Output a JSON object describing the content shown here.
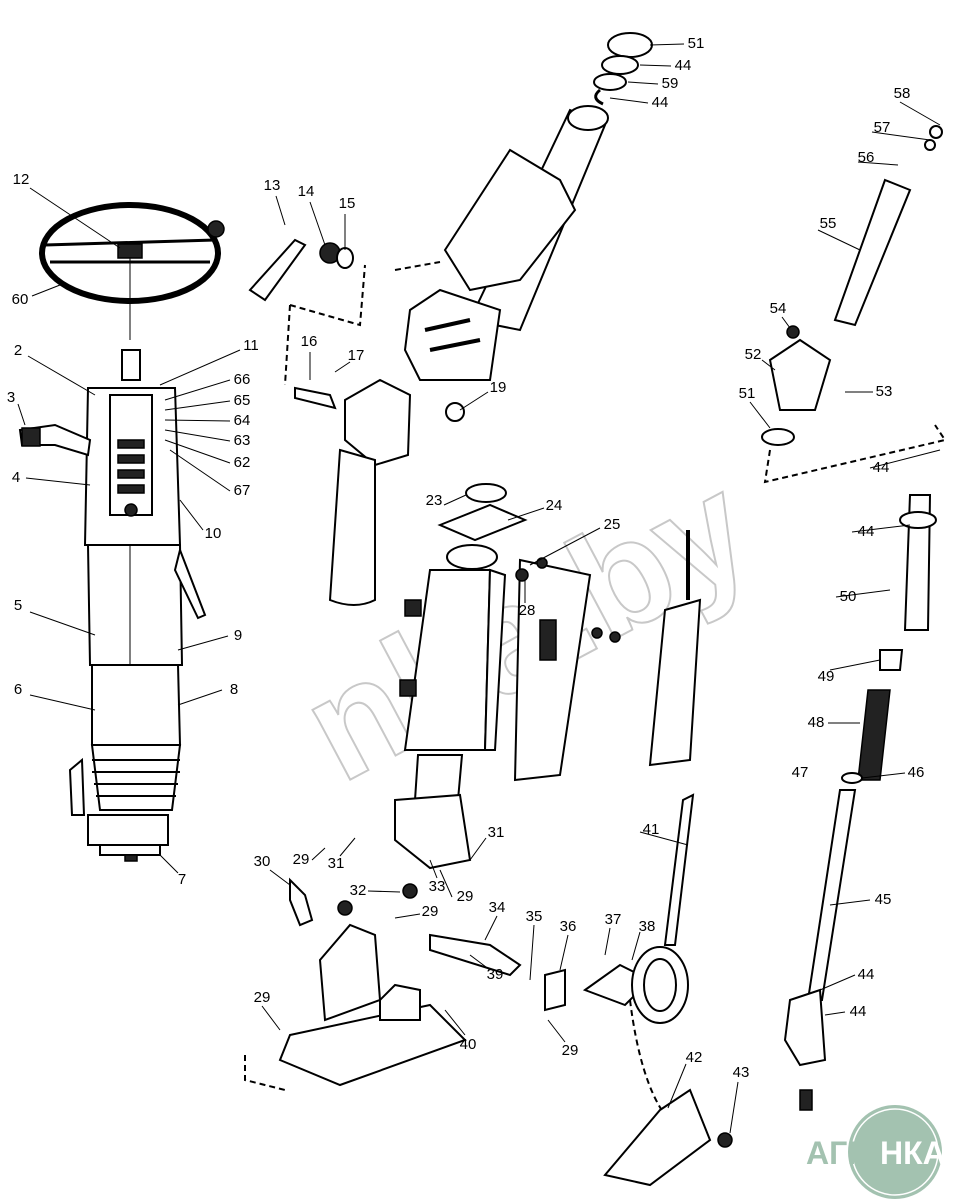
{
  "diagram": {
    "title": "Steering column assembly exploded view",
    "watermark": "nka.by",
    "logo": {
      "left": "АГРО",
      "right": "НКА",
      "color": "#a3c2b0"
    },
    "labels": [
      "51",
      "44",
      "59",
      "44",
      "58",
      "57",
      "56",
      "55",
      "54",
      "52",
      "53",
      "51",
      "44",
      "44",
      "50",
      "49",
      "48",
      "47",
      "46",
      "45",
      "44",
      "44",
      "43",
      "42",
      "41",
      "38",
      "37",
      "36",
      "35",
      "34",
      "39",
      "40",
      "29",
      "29",
      "29",
      "30",
      "32",
      "33",
      "29",
      "31",
      "31",
      "29",
      "28",
      "25",
      "24",
      "23",
      "19",
      "16",
      "17",
      "13",
      "14",
      "15",
      "12",
      "60",
      "2",
      "11",
      "66",
      "65",
      "64",
      "63",
      "62",
      "67",
      "10",
      "3",
      "4",
      "5",
      "9",
      "6",
      "8",
      "7"
    ]
  }
}
